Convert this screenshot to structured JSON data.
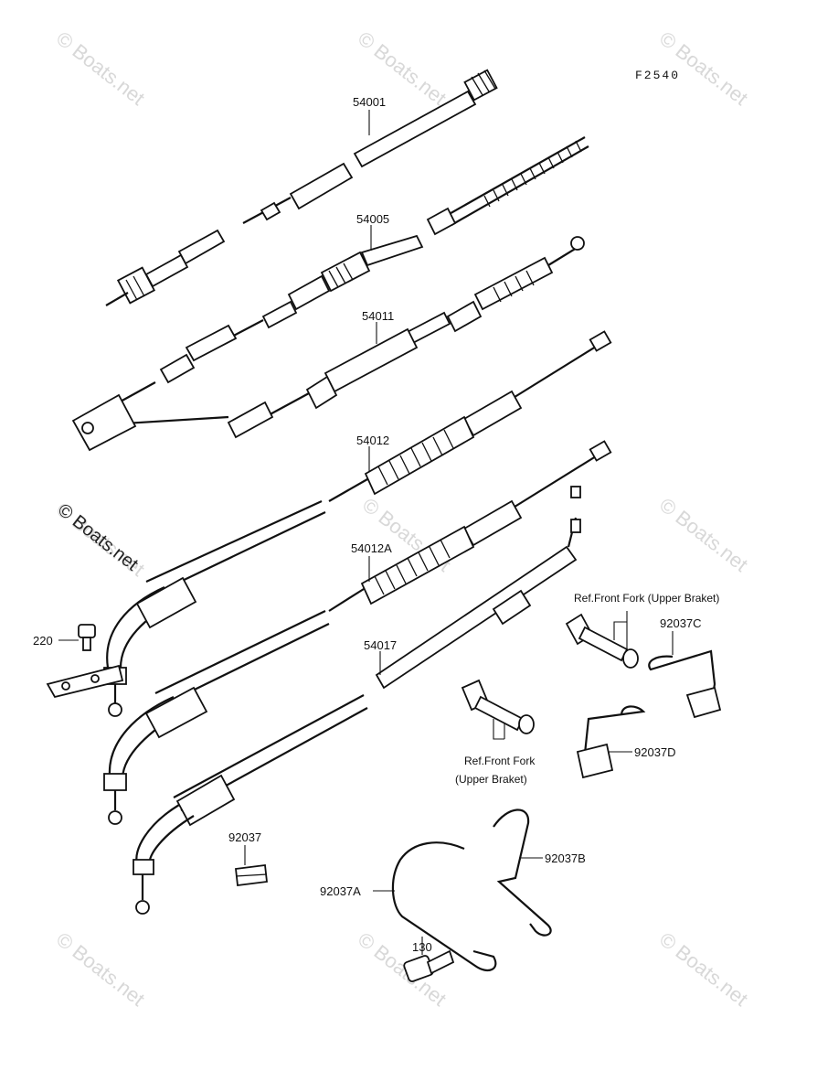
{
  "diagram_code": "F2540",
  "watermarks": [
    "© Boats.net",
    "© Boats.net",
    "© Boats.net",
    "© Boats.net",
    "© Boats.net",
    "© Boats.net",
    "© Boats.net",
    "© Boats.net",
    "© Boats.net"
  ],
  "overlay_watermark": "© Boats.net",
  "parts": {
    "p54001": "54001",
    "p54005": "54005",
    "p54011": "54011",
    "p54012": "54012",
    "p54012A": "54012A",
    "p54017": "54017",
    "p220": "220",
    "p92037": "92037",
    "p92037A": "92037A",
    "p92037B": "92037B",
    "p92037C": "92037C",
    "p92037D": "92037D",
    "p130": "130"
  },
  "refs": {
    "upper_right": "Ref.Front Fork (Upper Braket)",
    "lower_line1": "Ref.Front Fork",
    "lower_line2": "(Upper Braket)"
  }
}
